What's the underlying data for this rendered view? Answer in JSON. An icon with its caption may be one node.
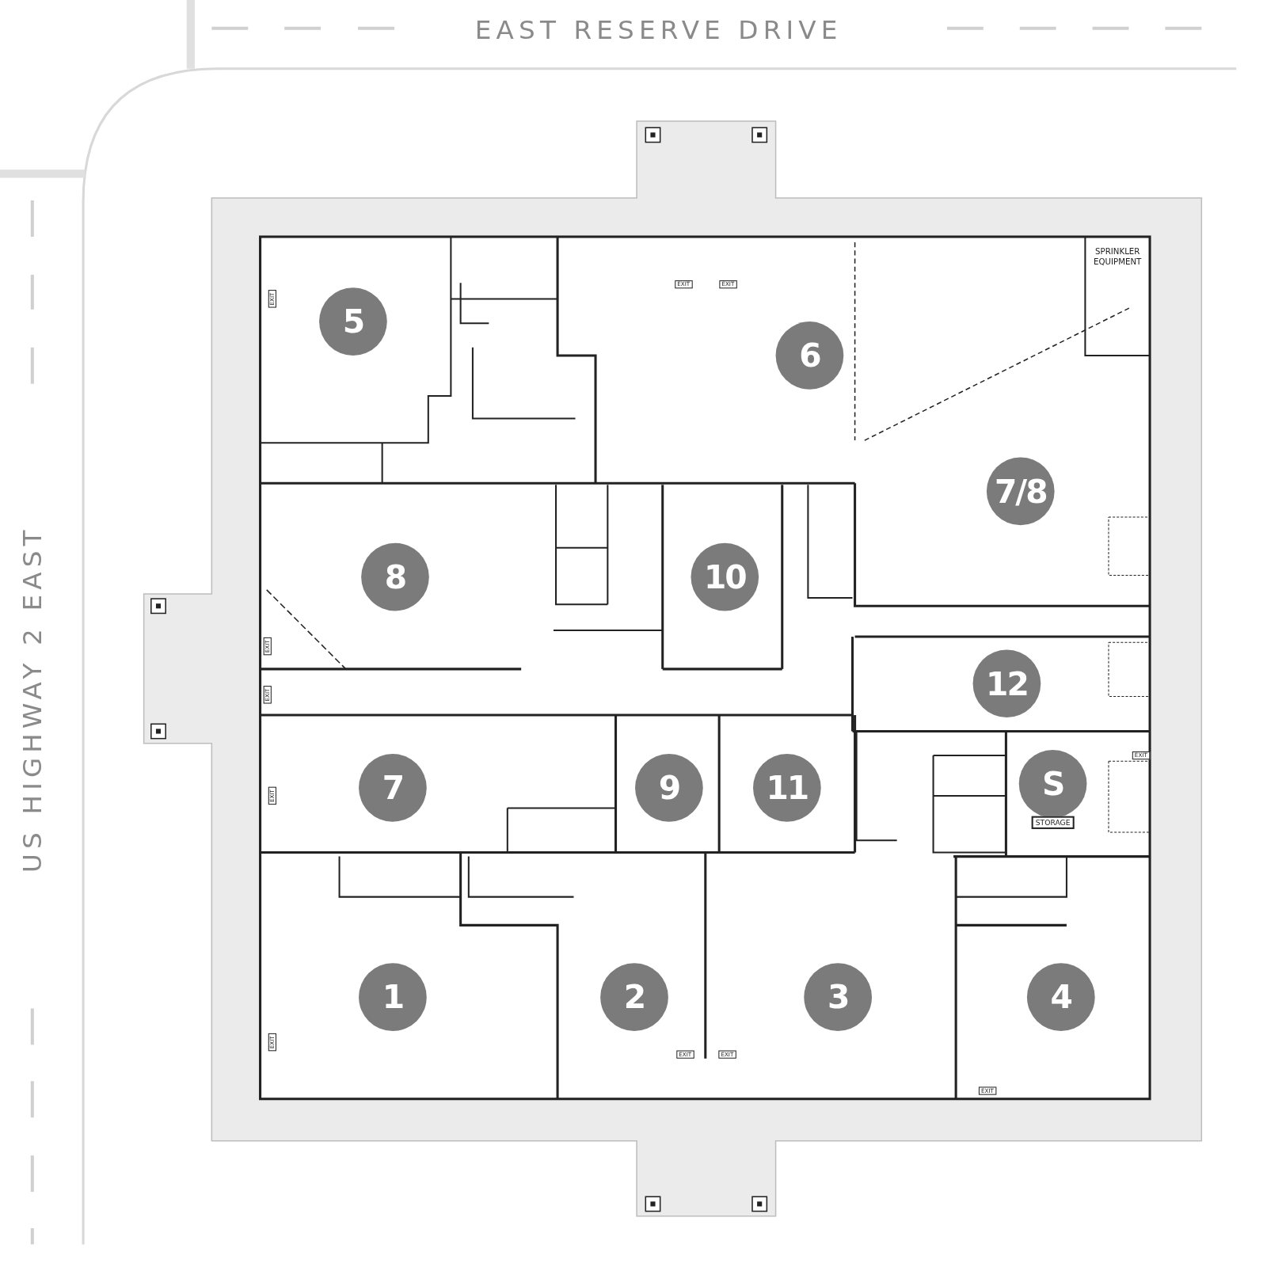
{
  "diagram": {
    "nodes": [
      {
        "text": [
          "5"
        ]
      },
      {
        "text": [
          "6"
        ]
      },
      {
        "text": [
          "7/8"
        ]
      },
      {
        "text": [
          "8"
        ]
      },
      {
        "text": [
          "10"
        ]
      },
      {
        "text": [
          "12"
        ]
      },
      {
        "text": [
          "7"
        ]
      },
      {
        "text": [
          "9"
        ]
      },
      {
        "text": [
          "11"
        ]
      },
      {
        "text": [
          "S"
        ]
      },
      {
        "text": [
          "1"
        ]
      },
      {
        "text": [
          "2"
        ]
      },
      {
        "text": [
          "3"
        ]
      },
      {
        "text": [
          "4"
        ]
      },
      {
        "text": [
          "STORAGE"
        ]
      },
      {
        "text": [
          "EXIT"
        ]
      },
      {
        "text": [
          "EXIT"
        ]
      },
      {
        "text": [
          "EXIT"
        ]
      },
      {
        "text": [
          "EXIT"
        ]
      },
      {
        "text": [
          "EXIT"
        ]
      },
      {
        "text": [
          "EXIT"
        ]
      },
      {
        "text": [
          "EXIT"
        ]
      },
      {
        "text": [
          "EXIT"
        ]
      },
      {
        "text": [
          "EXIT"
        ]
      },
      {
        "text": [
          "EXIT"
        ]
      },
      {
        "text": [
          "EXIT"
        ]
      }
    ],
    "labels": [
      "EAST RESERVE DRIVE",
      "SPRINKLER EQUIPMENT",
      "US HIGHWAY 2 EAST"
    ]
  }
}
